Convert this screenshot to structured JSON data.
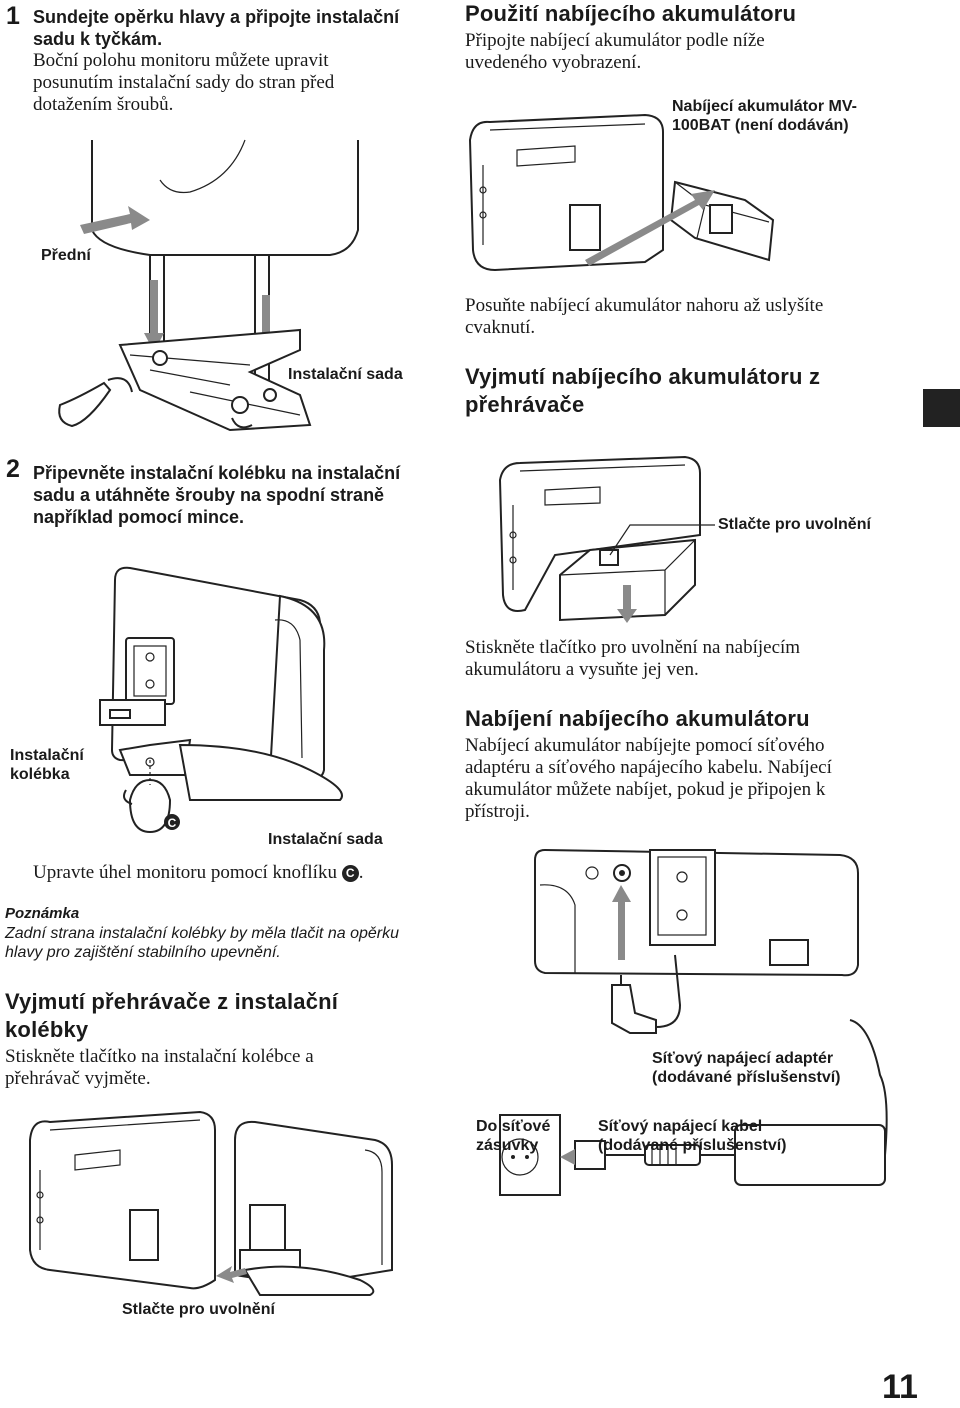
{
  "step1": {
    "number": "1",
    "title": "Sundejte opěrku hlavy a připojte instalační sadu k tyčkám.",
    "body": "Boční polohu monitoru můžete upravit posunutím instalační sady do stran před dotažením šroubů.",
    "label_front": "Přední",
    "label_kit": "Instalační sada"
  },
  "step2": {
    "number": "2",
    "title": "Připevněte instalační kolébku na instalační sadu a utáhněte šrouby na spodní straně například pomocí mince.",
    "label_cradle": "Instalační kolébka",
    "label_kit": "Instalační sada",
    "knob_letter": "C",
    "adjust_text": "Upravte úhel monitoru pomocí knoflíku",
    "adjust_end": "."
  },
  "note": {
    "heading": "Poznámka",
    "text": "Zadní strana instalační kolébky by měla tlačit na opěrku hlavy pro zajištění stabilního upevnění."
  },
  "remove_player": {
    "heading": "Vyjmutí přehrávače z instalační kolébky",
    "body": "Stiskněte tlačítko na instalační kolébce a přehrávač vyjměte.",
    "label_press": "Stlačte pro uvolnění"
  },
  "use_battery": {
    "heading": "Použití nabíjecího akumulátoru",
    "body": "Připojte nabíjecí akumulátor podle níže uvedeného vyobrazení.",
    "label_battery": "Nabíjecí akumulátor MV-100BAT (není dodáván)",
    "slide_text": "Posuňte nabíjecí akumulátor nahoru až uslyšíte cvaknutí."
  },
  "remove_battery": {
    "heading": "Vyjmutí nabíjecího akumulátoru z přehrávače",
    "label_press": "Stlačte pro uvolnění",
    "body": "Stiskněte tlačítko pro uvolnění na nabíjecím akumulátoru a vysuňte jej ven."
  },
  "charge_battery": {
    "heading": "Nabíjení nabíjecího akumulátoru",
    "body": "Nabíjecí akumulátor nabíjejte pomocí síťového adaptéru a síťového napájecího kabelu. Nabíjecí akumulátor můžete nabíjet, pokud je připojen k přístroji.",
    "label_adapter": "Síťový napájecí adaptér (dodávané příslušenství)",
    "label_outlet": "Do síťové zásuvky",
    "label_cable": "Síťový napájecí kabel (dodávané příslušenství)"
  },
  "page_number": "11",
  "colors": {
    "ink": "#1a1a1a",
    "arrow_gray": "#8a8a8a",
    "tab": "#222222"
  }
}
